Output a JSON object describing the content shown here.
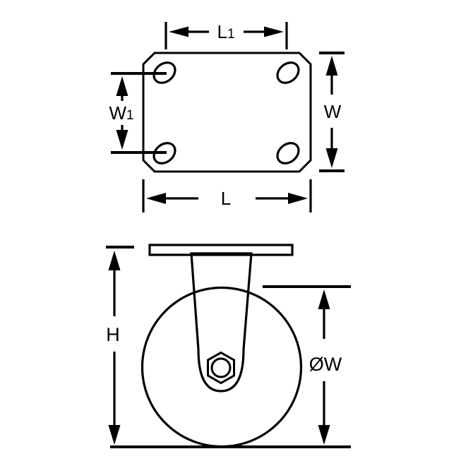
{
  "diagram": {
    "type": "technical-drawing",
    "subject": "rigid-plate-caster-with-wheel",
    "views": {
      "top": "mounting-plate-top-view",
      "side": "caster-side-view"
    }
  },
  "colors": {
    "background": "#ffffff",
    "outline": "#000000",
    "plate_fill": "#e6e7e9",
    "side_plate_fill": "#edeef0",
    "fork_fill": "#f0f1f3",
    "wheel_fill": "#9a9b9e",
    "nut_fill": "#f6f7f8",
    "hole_fill": "#ffffff"
  },
  "dimensions": {
    "hole_spacing_length": {
      "main": "L",
      "sub": "1"
    },
    "hole_spacing_width": {
      "main": "W",
      "sub": "1"
    },
    "plate_width": {
      "main": "W"
    },
    "plate_length": {
      "main": "L"
    },
    "overall_height": {
      "main": "H"
    },
    "wheel_diameter": {
      "main": "ØW"
    }
  }
}
